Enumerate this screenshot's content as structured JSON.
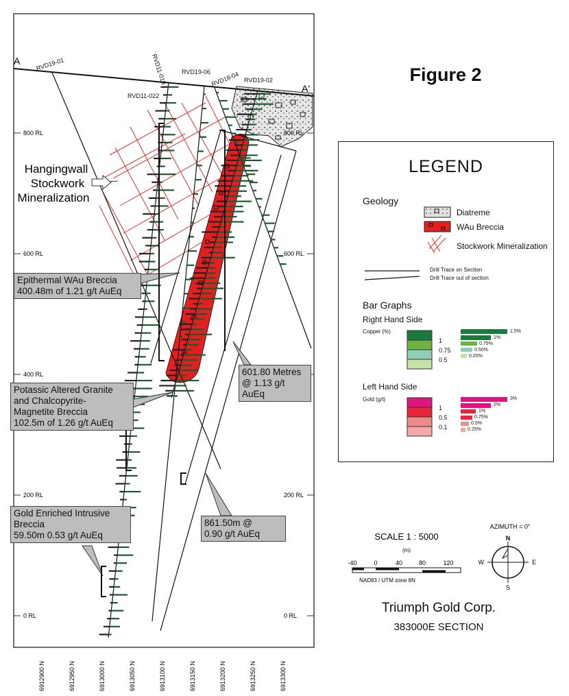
{
  "figure_title": "Figure 2",
  "section_end_labels": {
    "start": "A",
    "end": "A'"
  },
  "drill_holes": [
    "RVD19-01",
    "RVD11-019",
    "RVD19-06",
    "RVD18-04",
    "RVD19-02",
    "RVD11-022"
  ],
  "rl_labels": [
    "800 RL",
    "600 RL",
    "400 RL",
    "200 RL",
    "0 RL"
  ],
  "northing_labels": [
    "6912900 N",
    "6912950 N",
    "6913000 N",
    "6913050 N",
    "6913100 N",
    "6913150 N",
    "6913200 N",
    "6913250 N",
    "6913300 N"
  ],
  "annotations": {
    "hangingwall": [
      "Hangingwall",
      "Stockwork",
      "Mineralization"
    ],
    "epithermal": [
      "Epithermal WAu Breccia",
      "400.48m of 1.21 g/t AuEq"
    ],
    "potassic": [
      "Potassic Altered Granite",
      "and Chalcopyrite-",
      "Magnetite Breccia",
      "102.5m of 1.26 g/t AuEq"
    ],
    "gold_enriched": [
      "Gold Enriched Intrusive",
      "Breccia",
      "59.50m 0.53 g/t AuEq"
    ],
    "metres_601": [
      "601.80 Metres",
      "@ 1.13 g/t",
      "AuEq"
    ],
    "metres_861": [
      "861.50m @",
      "0.90 g/t AuEq"
    ]
  },
  "legend": {
    "title": "LEGEND",
    "geology_heading": "Geology",
    "geology_items": [
      "Diatreme",
      "WAu Breccia",
      "Stockwork Mineralization"
    ],
    "trace_items": [
      "Drill Trace on Section",
      "Drill Trace out of section"
    ],
    "bar_graphs_heading": "Bar Graphs",
    "right_side": {
      "heading": "Right Hand Side",
      "label": "Copper (%)",
      "box_labels": [
        "1",
        "0.75",
        "0.5"
      ],
      "bar_labels": [
        "1.5%",
        "1%",
        "0.75%",
        "0.50%",
        "0.25%"
      ],
      "colors": [
        "#1b7a3e",
        "#6db33f",
        "#a8d08d",
        "#8ecfb5",
        "#c5e3a6"
      ]
    },
    "left_side": {
      "heading": "Left Hand Side",
      "label": "Gold (g/t)",
      "box_labels": [
        "1",
        "0.5",
        "0.1"
      ],
      "bar_labels": [
        "3%",
        "2%",
        "1%",
        "0.75%",
        "0.5%",
        "0.25%"
      ],
      "colors": [
        "#e0157f",
        "#e8253a",
        "#ef8a8a",
        "#f4a7a7"
      ]
    }
  },
  "scale": {
    "title": "SCALE  1 : 5000",
    "unit": "(m)",
    "ticks": [
      "-40",
      "0",
      "40",
      "80",
      "120"
    ],
    "datum": "NAD83 / UTM zone 8N"
  },
  "north_arrow": {
    "azimuth": "AZIMUTH = 0°",
    "n": "N",
    "s": "S",
    "e": "E",
    "w": "W"
  },
  "company": "Triumph Gold Corp.",
  "section_name": "383000E  SECTION"
}
